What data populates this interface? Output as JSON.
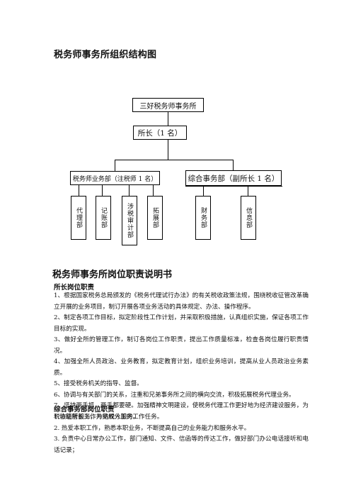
{
  "chart": {
    "title": "税务师事务所组织结构图",
    "top_box": "三好税务师事务所",
    "director_box": "所长（1 名）",
    "left_dept": "税务师业务部（注税师 1 名）",
    "right_dept": "综合事务部（副所长 1 名）",
    "sub_depts": [
      "代理部",
      "记账部",
      "涉税审计部",
      "拓展部",
      "财务部",
      "信息部"
    ]
  },
  "doc": {
    "title": "税务师事务所岗位职责说明书",
    "section1": {
      "heading": "所长岗位职责",
      "items": [
        "1、根据国家税务总局颁发的《税务代理试行办法》的有关税收政策法规，围绕税收征管改革确立开展的业务项目，制订开展各项业务活动的具体规定、办法、操作程序。",
        "2、制定各项工作目标，拟定阶段性工作计划，并采取积极措施，认真组织实施，保证各项工作目标的实现。",
        "3、做好全所的管理工作，制订各岗位工作职责，提出工作质量标准，检查各岗位履行职责情况。",
        "4、加强全所人员政治、业务教育，拟定教育计划，组织业务培训，提高从业人员政治业务素质。",
        "5、接受税务机关的指导、监督。",
        "6、协调与有关部门的关系，注重和兄弟事务所之间的横向交流，积极拓展税务代理业务。",
        "7、坚持两手抓，两手都要硬。加强精神文明建设，使税务代理工作更好地为经济建设服务，为税收征管服务，为纳税人服务。"
      ]
    },
    "section2": {
      "heading": "综合事务部岗位职责",
      "items": [
        "1.协助所长工作并完成分工的工作任务。",
        "2. 热爱本职工作，熟悉本职业务，不断提高自己的业务能力和服务水平。",
        "3. 负责中心日常办公工作，部门通知、文件、信函等的传达工作，做好部门办公电话接听和电话记录；"
      ]
    }
  }
}
